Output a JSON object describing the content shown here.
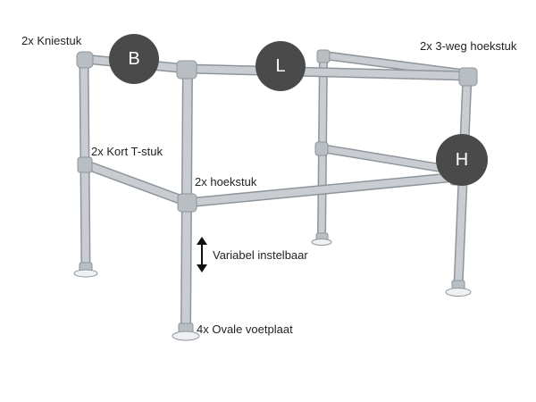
{
  "colors": {
    "pipe": "#c9cdd1",
    "pipe_edge": "#8e959b",
    "pipe_highlight": "#eef0f2",
    "fitting": "#b9bec3",
    "badge": "#4a4a4a",
    "badge_text": "#ffffff",
    "label_text": "#222222",
    "arrow": "#111111"
  },
  "labels": {
    "kniestuk": "2x Kniestuk",
    "driewegstuk": "2x 3-weg hoekstuk",
    "kort_tstuk": "2x Kort T-stuk",
    "hoekstuk": "2x hoekstuk",
    "variabel": "Variabel instelbaar",
    "voetplaat": "4x Ovale voetplaat"
  },
  "badges": {
    "b": "B",
    "l": "L",
    "h": "H"
  }
}
